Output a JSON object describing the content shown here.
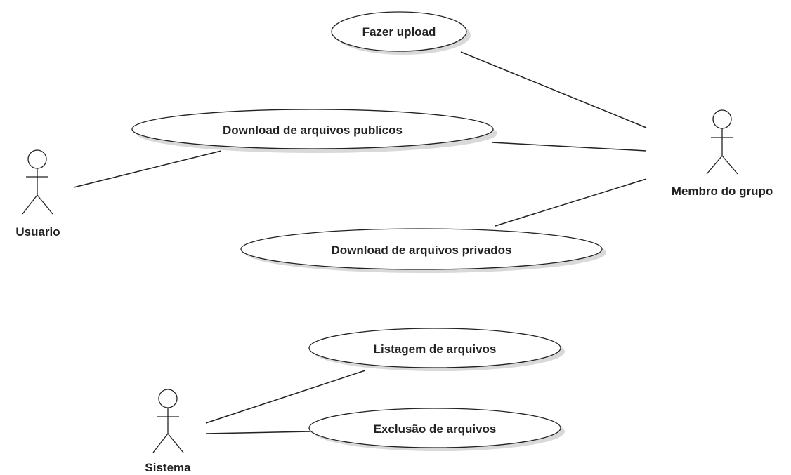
{
  "diagram": {
    "actors": [
      {
        "id": "usuario",
        "label": "Usuario"
      },
      {
        "id": "membro",
        "label": "Membro do grupo"
      },
      {
        "id": "sistema",
        "label": "Sistema"
      }
    ],
    "use_cases": [
      {
        "id": "upload",
        "label": "Fazer upload"
      },
      {
        "id": "pub",
        "label": "Download de arquivos publicos"
      },
      {
        "id": "priv",
        "label": "Download de arquivos privados"
      },
      {
        "id": "list",
        "label": "Listagem de arquivos"
      },
      {
        "id": "del",
        "label": "Exclusão de arquivos"
      }
    ],
    "associations": [
      {
        "actor": "usuario",
        "use_case": "pub"
      },
      {
        "actor": "membro",
        "use_case": "upload"
      },
      {
        "actor": "membro",
        "use_case": "pub"
      },
      {
        "actor": "membro",
        "use_case": "priv"
      },
      {
        "actor": "sistema",
        "use_case": "list"
      },
      {
        "actor": "sistema",
        "use_case": "del"
      }
    ]
  }
}
